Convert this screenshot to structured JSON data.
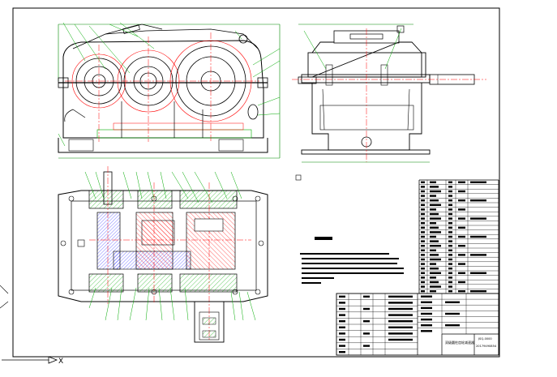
{
  "drawing": {
    "colors": {
      "outline": "#000000",
      "centerline": "#ff0000",
      "leader": "#00aa00",
      "hatch": "#0000ff",
      "dimension": "#008800"
    },
    "title_block": {
      "name": "双级圆柱齿轮减速器",
      "code": "JSQ-0000",
      "school": "20179490854"
    },
    "tech_notes_title": "技术要求",
    "origin_marker": "X"
  }
}
